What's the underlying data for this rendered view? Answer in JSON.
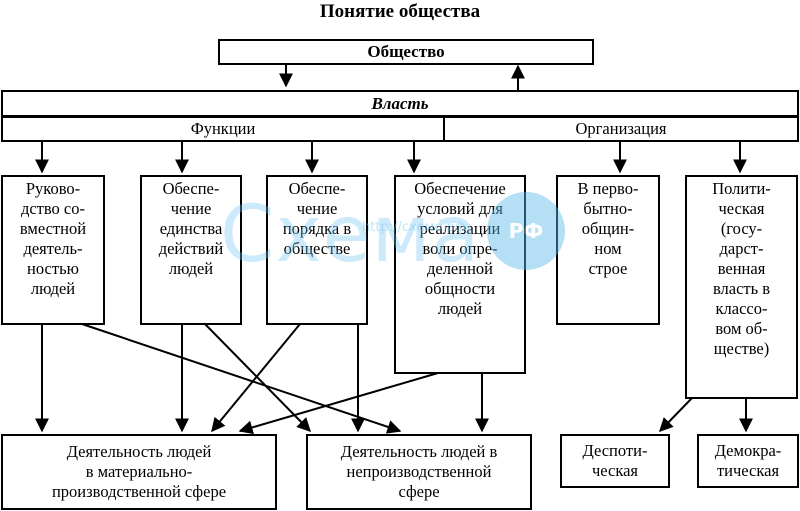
{
  "title": "Понятие общества",
  "society": "Общество",
  "power": "Власть",
  "functions_label": "Функции",
  "organization_label": "Организация",
  "functions": [
    "Руково-\nдство со-\nвместной\nдеятель-\nностью\nлюдей",
    "Обеспе-\nчение\nединства\nдействий\nлюдей",
    "Обеспе-\nчение\nпорядка в\nобществе",
    "Обеспечение\nусловий для\nреализации\nволи опре-\nделенной\nобщности\nлюдей"
  ],
  "organization": [
    "В перво-\nбытно-\nобщин-\nном\nстрое",
    "Полити-\nческая\n(госу-\nдарст-\nвенная\nвласть в\nклассо-\nвом об-\nществе)"
  ],
  "activities": [
    "Деятельность людей\nв материально-\nпроизводственной сфере",
    "Деятельность людей в\nнепроизводственной\nсфере"
  ],
  "political_forms": [
    "Деспоти-\nческая",
    "Демокра-\nтическая"
  ],
  "watermark": {
    "main": "Схема",
    "url": "http://схемо.рф",
    "badge": "РФ"
  }
}
